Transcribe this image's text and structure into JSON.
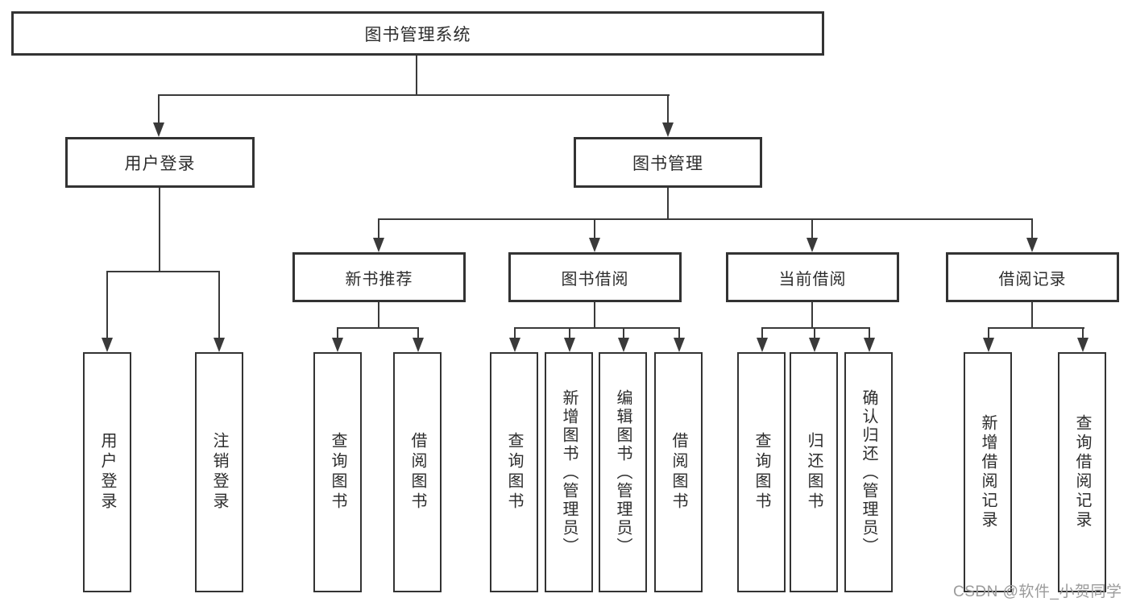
{
  "diagram": {
    "title": "图书管理系统",
    "user_branch": {
      "label": "用户登录",
      "children": [
        "用户登录",
        "注销登录"
      ]
    },
    "mgmt_branch": {
      "label": "图书管理",
      "groups": [
        {
          "label": "新书推荐",
          "children": [
            "查询图书",
            "借阅图书"
          ]
        },
        {
          "label": "图书借阅",
          "children": [
            "查询图书",
            "新增图书（管理员）",
            "编辑图书（管理员）",
            "借阅图书"
          ]
        },
        {
          "label": "当前借阅",
          "children": [
            "查询图书",
            "归还图书",
            "确认归还（管理员）"
          ]
        },
        {
          "label": "借阅记录",
          "children": [
            "新增借阅记录",
            "查询借阅记录"
          ]
        }
      ]
    }
  },
  "watermark": "CSDN @软件_小贺同学",
  "colors": {
    "line": "#3a3a3a",
    "box_border": "#333333",
    "text": "#2d2d2d",
    "watermark": "#9b9b9b",
    "background": "#ffffff"
  }
}
